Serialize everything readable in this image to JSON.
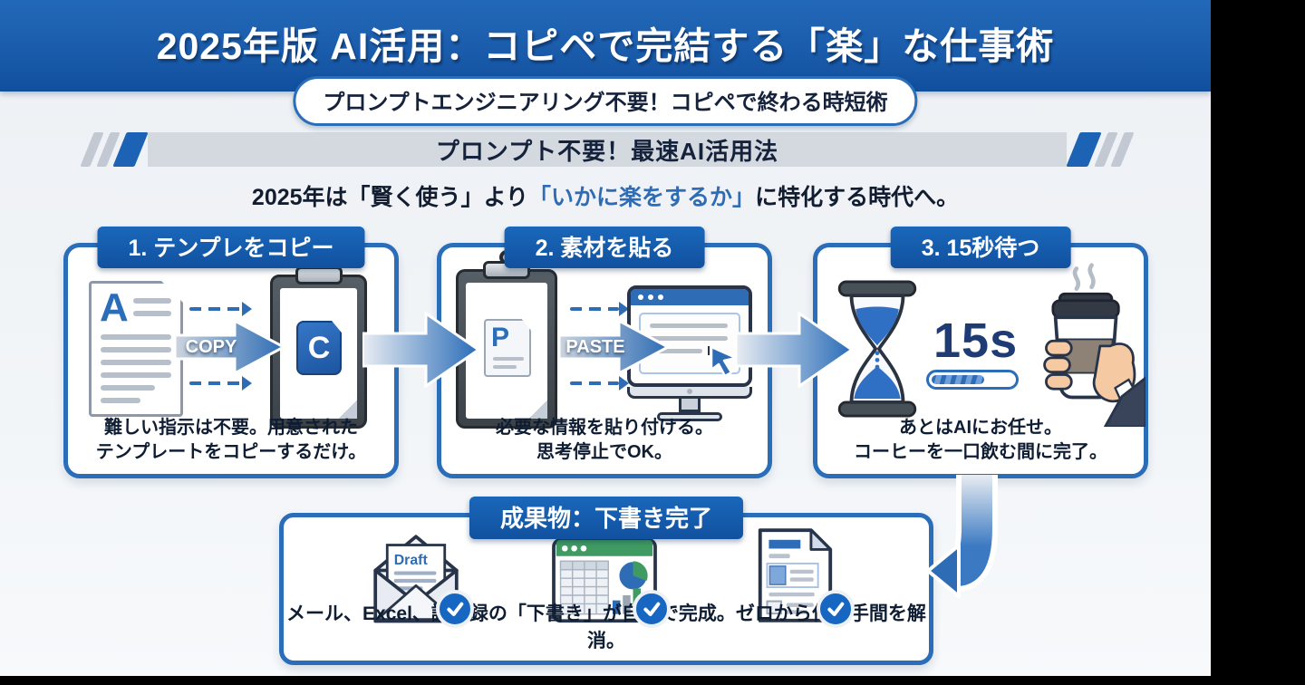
{
  "header": {
    "title": "2025年版 AI活用：コピペで完結する「楽」な仕事術",
    "badge": "プロンプトエンジニアリング不要！コピペで終わる時短術"
  },
  "section": {
    "banner_title": "プロンプト不要！最速AI活用法",
    "lead_prefix": "2025年は「賢く使う」より",
    "lead_highlight": "「いかに楽をするか」",
    "lead_suffix": "に特化する時代へ。"
  },
  "steps": [
    {
      "title": "1. テンプレをコピー",
      "arrow_label": "COPY",
      "doc_letter": "A",
      "clip_letter": "C",
      "caption_line1": "難しい指示は不要。用意された",
      "caption_line2": "テンプレートをコピーするだけ。"
    },
    {
      "title": "2. 素材を貼る",
      "arrow_label": "PASTE",
      "clip_letter": "P",
      "caption_line1": "必要な情報を貼り付ける。",
      "caption_line2": "思考停止でOK。"
    },
    {
      "title": "3. 15秒待つ",
      "timer_label": "15s",
      "caption_line1": "あとはAIにお任せ。",
      "caption_line2": "コーヒーを一口飲む間に完了。"
    }
  ],
  "result": {
    "title": "成果物：下書き完了",
    "draft_label": "Draft",
    "caption": "メール、Excel、議事録の「下書き」が自動で完成。ゼロから作る手間を解消。"
  },
  "colors": {
    "header_blue_top": "#2369b9",
    "header_blue_bottom": "#114f9e",
    "accent_blue": "#1d63b5",
    "border_blue": "#2a6db8",
    "highlight_blue": "#2e6cb5",
    "navy_text": "#121d31",
    "background": "#edf0f4",
    "letterbox": "#000000"
  }
}
